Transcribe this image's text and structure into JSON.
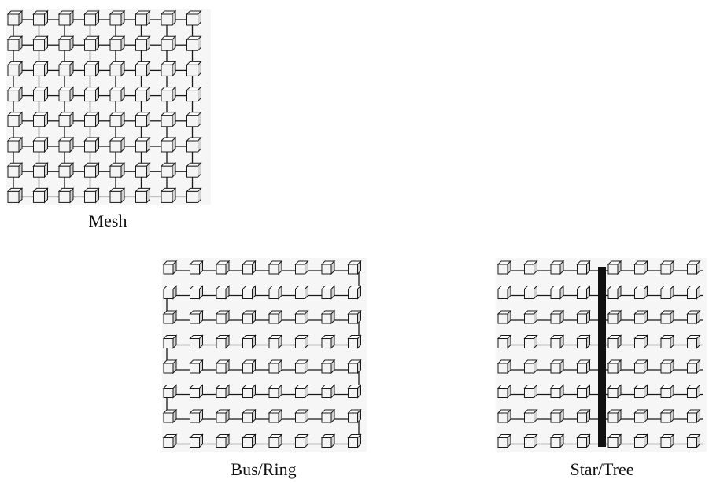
{
  "panels": {
    "mesh": {
      "label": "Mesh",
      "rows": 8,
      "cols": 8
    },
    "bus_ring": {
      "label": "Bus/Ring",
      "rows": 8,
      "cols": 8
    },
    "star_tree": {
      "label": "Star/Tree",
      "rows": 8,
      "cols": 8
    }
  },
  "colors": {
    "line": "#1a1a1a",
    "cube_front": "#f4f4f4",
    "cube_top": "#ffffff",
    "cube_side": "#d2d2d2",
    "panel_bg": "#f6f6f6",
    "trunk": "#111111"
  }
}
